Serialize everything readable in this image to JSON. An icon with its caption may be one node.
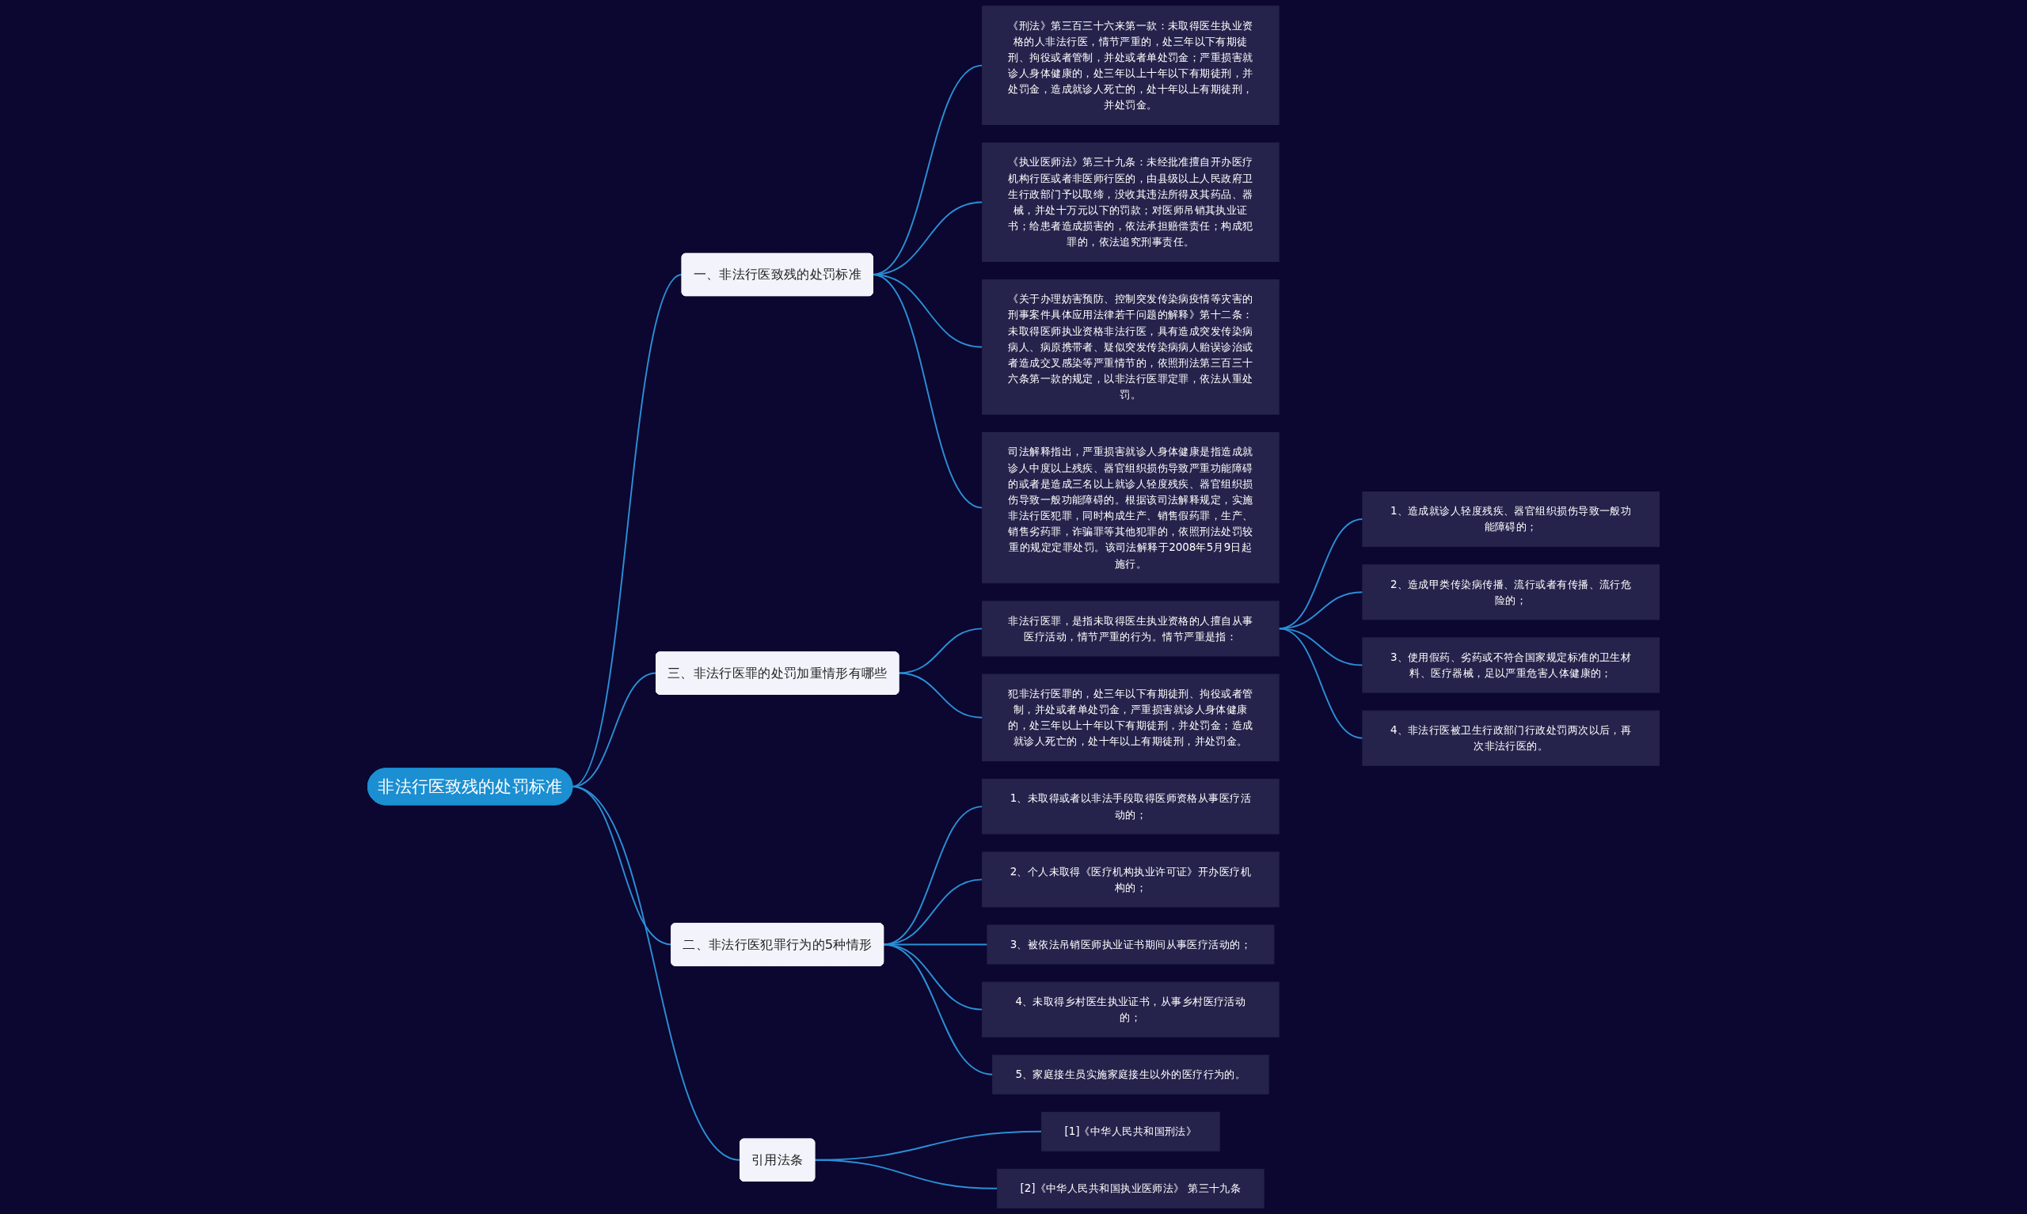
{
  "diagram": {
    "nodes": [
      {
        "text": [
          "非法行医致残的处罚标准"
        ]
      },
      {
        "text": [
          "一、非法行医致残的处罚标准"
        ]
      },
      {
        "text": [
          "《刑法》第三百三十六来第一款：未取得医生执业资格的人非法行医，情节严重的，处三年以下有期徒刑、拘役或者管制，并处或者单处罚金；严重损害就诊人身体健康的，处三年以上十年以下有期徒刑，并处罚金，造成就诊人死亡的，处十年以上有期徒刑，并处罚金。"
        ]
      },
      {
        "text": [
          "《执业医师法》第三十九条：未经批准擅自开办医疗机构行医或者非医师行医的，由县级以上人民政府卫生行政部门予以取缔，没收其违法所得及其药品、器械，并处十万元以下的罚款；对医师吊销其执业证书；给患者造成损害的，依法承担赔偿责任；构成犯罪的，依法追究刑事责任。"
        ]
      },
      {
        "text": [
          "《关于办理妨害预防、控制突发传染病疫情等灾害的刑事案件具体应用法律若干问题的解释》第十二条：未取得医师执业资格非法行医，具有造成突发传染病病人、病原携带者、疑似突发传染病病人贻误诊治或者造成交叉感染等严重情节的，依照刑法第三百三十六条第一款的规定，以非法行医罪定罪，依法从重处罚。"
        ]
      },
      {
        "text": [
          "司法解释指出，严重损害就诊人身体健康是指造成就诊人中度以上残疾、器官组织损伤导致严重功能障碍的或者是造成三名以上就诊人轻度残疾、器官组织损伤导致一般功能障碍的。根据该司法解释规定，实施非法行医犯罪，同时构成生产、销售假药罪，生产、销售劣药罪，诈骗罪等其他犯罪的，依照刑法处罚较重的规定定罪处罚。该司法解释于2008年5月9日起施行。"
        ]
      },
      {
        "text": [
          "三、非法行医罪的处罚加重情形有哪些"
        ]
      },
      {
        "text": [
          "非法行医罪，是指未取得医生执业资格的人擅自从事医疗活动，情节严重的行为。情节严重是指："
        ]
      },
      {
        "text": [
          "1、造成就诊人轻度残疾、器官组织损伤导致一般功能障碍的；"
        ]
      },
      {
        "text": [
          "2、造成甲类传染病传播、流行或者有传播、流行危险的；"
        ]
      },
      {
        "text": [
          "3、使用假药、劣药或不符合国家规定标准的卫生材料、医疗器械，足以严重危害人体健康的；"
        ]
      },
      {
        "text": [
          "4、非法行医被卫生行政部门行政处罚两次以后，再次非法行医的。"
        ]
      },
      {
        "text": [
          "犯非法行医罪的，处三年以下有期徒刑、拘役或者管制，并处或者单处罚金，严重损害就诊人身体健康的，处三年以上十年以下有期徒刑，并处罚金；造成就诊人死亡的，处十年以上有期徒刑，并处罚金。"
        ]
      },
      {
        "text": [
          "二、非法行医犯罪行为的5种情形"
        ]
      },
      {
        "text": [
          "1、未取得或者以非法手段取得医师资格从事医疗活动的；"
        ]
      },
      {
        "text": [
          "2、个人未取得《医疗机构执业许可证》开办医疗机构的；"
        ]
      },
      {
        "text": [
          "3、被依法吊销医师执业证书期间从事医疗活动的；"
        ]
      },
      {
        "text": [
          "4、未取得乡村医生执业证书，从事乡村医疗活动的；"
        ]
      },
      {
        "text": [
          "5、家庭接生员实施家庭接生以外的医疗行为的。"
        ]
      },
      {
        "text": [
          "引用法条"
        ]
      },
      {
        "text": [
          "[1]《中华人民共和国刑法》"
        ]
      },
      {
        "text": [
          "[2]《中华人民共和国执业医师法》 第三十九条"
        ]
      }
    ],
    "edges": [
      {
        "from": 0,
        "to": 1,
        "arrow": "none"
      },
      {
        "from": 1,
        "to": 2,
        "arrow": "none"
      },
      {
        "from": 1,
        "to": 3,
        "arrow": "none"
      },
      {
        "from": 1,
        "to": 4,
        "arrow": "none"
      },
      {
        "from": 1,
        "to": 5,
        "arrow": "none"
      },
      {
        "from": 0,
        "to": 6,
        "arrow": "none"
      },
      {
        "from": 6,
        "to": 7,
        "arrow": "none"
      },
      {
        "from": 7,
        "to": 8,
        "arrow": "none"
      },
      {
        "from": 7,
        "to": 9,
        "arrow": "none"
      },
      {
        "from": 7,
        "to": 10,
        "arrow": "none"
      },
      {
        "from": 7,
        "to": 11,
        "arrow": "none"
      },
      {
        "from": 6,
        "to": 12,
        "arrow": "none"
      },
      {
        "from": 0,
        "to": 13,
        "arrow": "none"
      },
      {
        "from": 13,
        "to": 14,
        "arrow": "none"
      },
      {
        "from": 13,
        "to": 15,
        "arrow": "none"
      },
      {
        "from": 13,
        "to": 16,
        "arrow": "none"
      },
      {
        "from": 13,
        "to": 17,
        "arrow": "none"
      },
      {
        "from": 13,
        "to": 18,
        "arrow": "none"
      },
      {
        "from": 0,
        "to": 19,
        "arrow": "none"
      },
      {
        "from": 19,
        "to": 20,
        "arrow": "none"
      },
      {
        "from": 19,
        "to": 21,
        "arrow": "none"
      }
    ]
  }
}
